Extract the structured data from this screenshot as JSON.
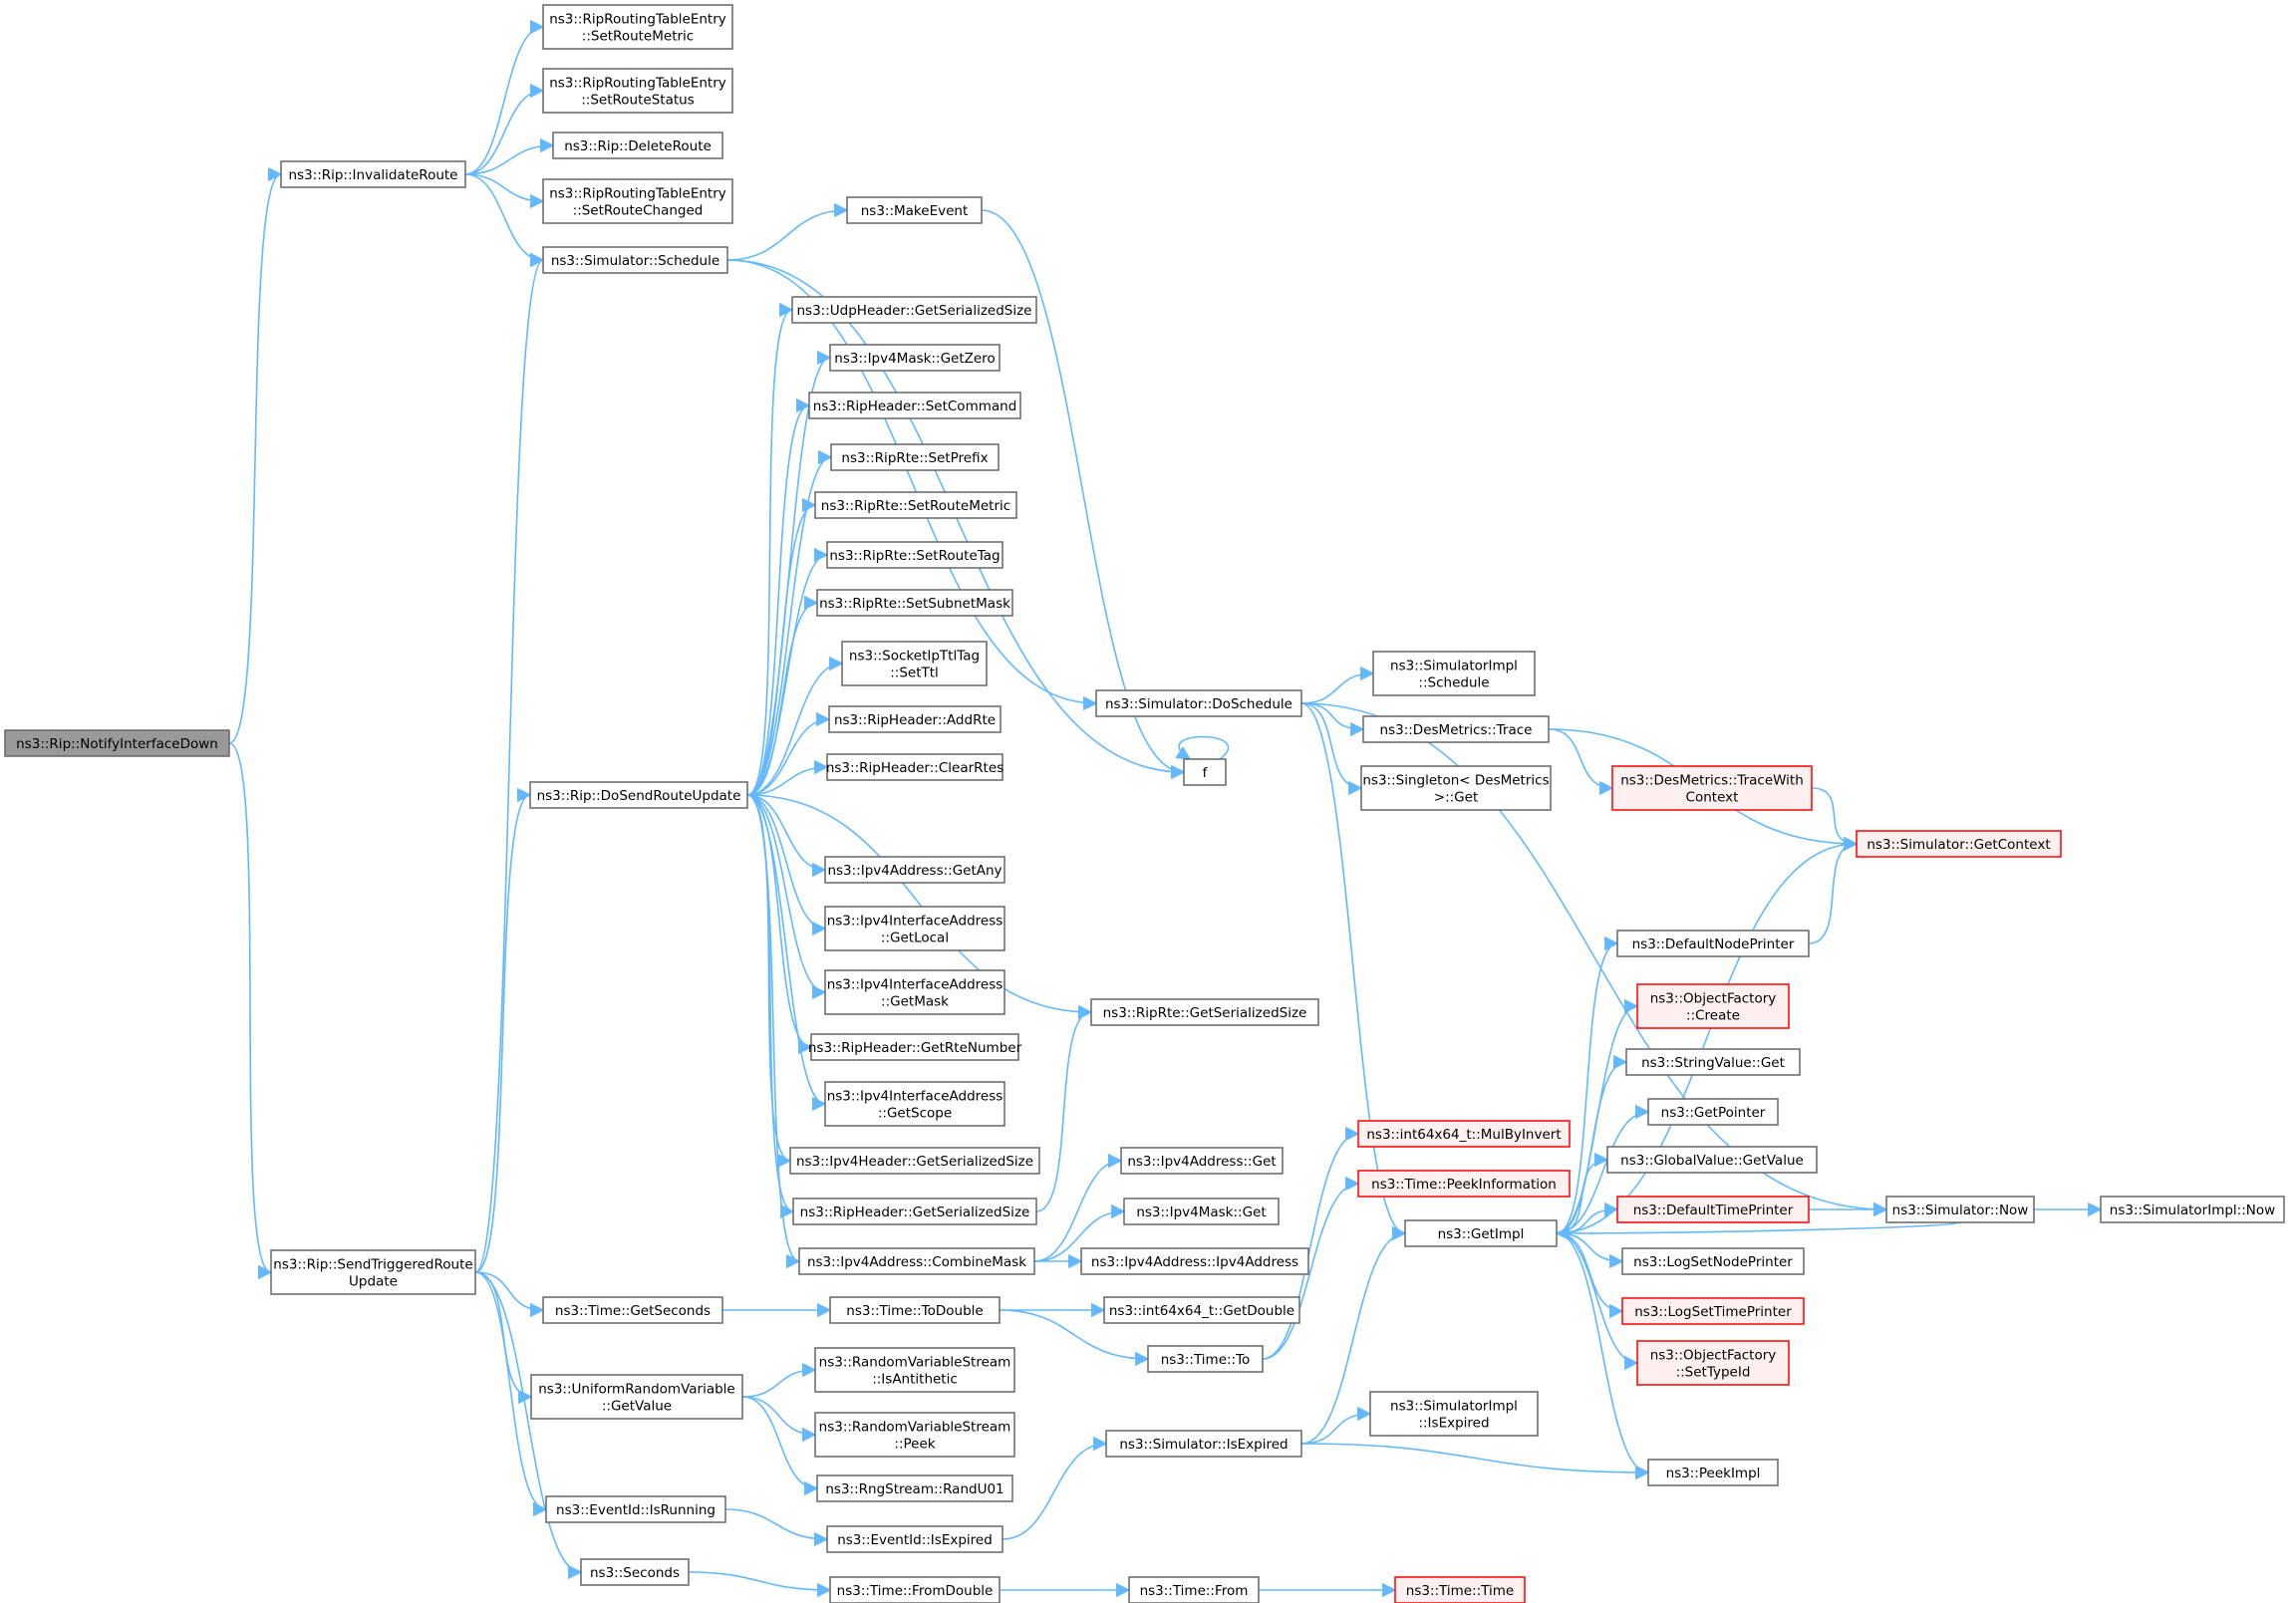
{
  "graph": {
    "edge_color": "#63b8ff",
    "node_border_color": "#666666",
    "root_fill_color": "#999999",
    "truncated_border_color": "#ff0000",
    "truncated_fill_color": "#fff0f0",
    "nodes": [
      {
        "id": "notify",
        "lines": [
          "ns3::Rip::NotifyInterfaceDown"
        ],
        "style": "root"
      },
      {
        "id": "invalidate",
        "lines": [
          "ns3::Rip::InvalidateRoute"
        ]
      },
      {
        "id": "setroutemetric_rte",
        "lines": [
          "ns3::RipRoutingTableEntry",
          "::SetRouteMetric"
        ]
      },
      {
        "id": "setroutestatus",
        "lines": [
          "ns3::RipRoutingTableEntry",
          "::SetRouteStatus"
        ]
      },
      {
        "id": "deleteroute",
        "lines": [
          "ns3::Rip::DeleteRoute"
        ]
      },
      {
        "id": "setroutechanged",
        "lines": [
          "ns3::RipRoutingTableEntry",
          "::SetRouteChanged"
        ]
      },
      {
        "id": "schedule",
        "lines": [
          "ns3::Simulator::Schedule"
        ]
      },
      {
        "id": "makeevent",
        "lines": [
          "ns3::MakeEvent"
        ]
      },
      {
        "id": "dosend",
        "lines": [
          "ns3::Rip::DoSendRouteUpdate"
        ]
      },
      {
        "id": "udp_getser",
        "lines": [
          "ns3::UdpHeader::GetSerializedSize"
        ]
      },
      {
        "id": "mask_getzero",
        "lines": [
          "ns3::Ipv4Mask::GetZero"
        ]
      },
      {
        "id": "setcommand",
        "lines": [
          "ns3::RipHeader::SetCommand"
        ]
      },
      {
        "id": "setprefix",
        "lines": [
          "ns3::RipRte::SetPrefix"
        ]
      },
      {
        "id": "rte_setroutemetric",
        "lines": [
          "ns3::RipRte::SetRouteMetric"
        ]
      },
      {
        "id": "setroutetag",
        "lines": [
          "ns3::RipRte::SetRouteTag"
        ]
      },
      {
        "id": "setsubnetmask",
        "lines": [
          "ns3::RipRte::SetSubnetMask"
        ]
      },
      {
        "id": "setttl",
        "lines": [
          "ns3::SocketIpTtlTag",
          "::SetTtl"
        ]
      },
      {
        "id": "addrte",
        "lines": [
          "ns3::RipHeader::AddRte"
        ]
      },
      {
        "id": "clearrtes",
        "lines": [
          "ns3::RipHeader::ClearRtes"
        ]
      },
      {
        "id": "getany",
        "lines": [
          "ns3::Ipv4Address::GetAny"
        ]
      },
      {
        "id": "getlocal",
        "lines": [
          "ns3::Ipv4InterfaceAddress",
          "::GetLocal"
        ]
      },
      {
        "id": "getmask",
        "lines": [
          "ns3::Ipv4InterfaceAddress",
          "::GetMask"
        ]
      },
      {
        "id": "getrtenumber",
        "lines": [
          "ns3::RipHeader::GetRteNumber"
        ]
      },
      {
        "id": "getscope",
        "lines": [
          "ns3::Ipv4InterfaceAddress",
          "::GetScope"
        ]
      },
      {
        "id": "ipv4hdr_getser",
        "lines": [
          "ns3::Ipv4Header::GetSerializedSize"
        ]
      },
      {
        "id": "riphdr_getser",
        "lines": [
          "ns3::RipHeader::GetSerializedSize"
        ]
      },
      {
        "id": "combinemask",
        "lines": [
          "ns3::Ipv4Address::CombineMask"
        ]
      },
      {
        "id": "riprte_getser",
        "lines": [
          "ns3::RipRte::GetSerializedSize"
        ]
      },
      {
        "id": "ipv4addr_get",
        "lines": [
          "ns3::Ipv4Address::Get"
        ]
      },
      {
        "id": "ipv4mask_get",
        "lines": [
          "ns3::Ipv4Mask::Get"
        ]
      },
      {
        "id": "ipv4addr_ctor",
        "lines": [
          "ns3::Ipv4Address::Ipv4Address"
        ]
      },
      {
        "id": "sendtriggered",
        "lines": [
          "ns3::Rip::SendTriggeredRoute",
          "Update"
        ]
      },
      {
        "id": "getseconds",
        "lines": [
          "ns3::Time::GetSeconds"
        ]
      },
      {
        "id": "todouble",
        "lines": [
          "ns3::Time::ToDouble"
        ]
      },
      {
        "id": "int64getdouble",
        "lines": [
          "ns3::int64x64_t::GetDouble"
        ]
      },
      {
        "id": "timeto",
        "lines": [
          "ns3::Time::To"
        ]
      },
      {
        "id": "urv_getvalue",
        "lines": [
          "ns3::UniformRandomVariable",
          "::GetValue"
        ]
      },
      {
        "id": "isantithetic",
        "lines": [
          "ns3::RandomVariableStream",
          "::IsAntithetic"
        ]
      },
      {
        "id": "peek",
        "lines": [
          "ns3::RandomVariableStream",
          "::Peek"
        ]
      },
      {
        "id": "randu01",
        "lines": [
          "ns3::RngStream::RandU01"
        ]
      },
      {
        "id": "isrunning",
        "lines": [
          "ns3::EventId::IsRunning"
        ]
      },
      {
        "id": "eventid_isexpired",
        "lines": [
          "ns3::EventId::IsExpired"
        ]
      },
      {
        "id": "sim_isexpired",
        "lines": [
          "ns3::Simulator::IsExpired"
        ]
      },
      {
        "id": "simimpl_isexpired",
        "lines": [
          "ns3::SimulatorImpl",
          "::IsExpired"
        ]
      },
      {
        "id": "seconds",
        "lines": [
          "ns3::Seconds"
        ]
      },
      {
        "id": "fromdouble",
        "lines": [
          "ns3::Time::FromDouble"
        ]
      },
      {
        "id": "timefrom",
        "lines": [
          "ns3::Time::From"
        ]
      },
      {
        "id": "timetime",
        "lines": [
          "ns3::Time::Time"
        ],
        "style": "red"
      },
      {
        "id": "doschedule",
        "lines": [
          "ns3::Simulator::DoSchedule"
        ]
      },
      {
        "id": "f",
        "lines": [
          "f"
        ]
      },
      {
        "id": "simimpl_schedule",
        "lines": [
          "ns3::SimulatorImpl",
          "::Schedule"
        ]
      },
      {
        "id": "desmetrics_trace",
        "lines": [
          "ns3::DesMetrics::Trace"
        ]
      },
      {
        "id": "singleton_get",
        "lines": [
          "ns3::Singleton< DesMetrics",
          ">::Get"
        ]
      },
      {
        "id": "tracewithcontext",
        "lines": [
          "ns3::DesMetrics::TraceWith",
          "Context"
        ],
        "style": "red"
      },
      {
        "id": "getcontext",
        "lines": [
          "ns3::Simulator::GetContext"
        ],
        "style": "red"
      },
      {
        "id": "defaultnodeprinter",
        "lines": [
          "ns3::DefaultNodePrinter"
        ]
      },
      {
        "id": "objfactory_create",
        "lines": [
          "ns3::ObjectFactory",
          "::Create"
        ],
        "style": "red"
      },
      {
        "id": "stringvalue_get",
        "lines": [
          "ns3::StringValue::Get"
        ]
      },
      {
        "id": "getpointer",
        "lines": [
          "ns3::GetPointer"
        ]
      },
      {
        "id": "globalvalue_getvalue",
        "lines": [
          "ns3::GlobalValue::GetValue"
        ]
      },
      {
        "id": "defaulttimeprinter",
        "lines": [
          "ns3::DefaultTimePrinter"
        ],
        "style": "red"
      },
      {
        "id": "logsetnodeprinter",
        "lines": [
          "ns3::LogSetNodePrinter"
        ]
      },
      {
        "id": "logsettimeprinter",
        "lines": [
          "ns3::LogSetTimePrinter"
        ],
        "style": "red"
      },
      {
        "id": "settypeid",
        "lines": [
          "ns3::ObjectFactory",
          "::SetTypeId"
        ],
        "style": "red"
      },
      {
        "id": "peekimpl",
        "lines": [
          "ns3::PeekImpl"
        ]
      },
      {
        "id": "getimpl",
        "lines": [
          "ns3::GetImpl"
        ]
      },
      {
        "id": "mulbyinvert",
        "lines": [
          "ns3::int64x64_t::MulByInvert"
        ],
        "style": "red"
      },
      {
        "id": "peekinformation",
        "lines": [
          "ns3::Time::PeekInformation"
        ],
        "style": "red"
      },
      {
        "id": "simnow",
        "lines": [
          "ns3::Simulator::Now"
        ]
      },
      {
        "id": "simimplnow",
        "lines": [
          "ns3::SimulatorImpl::Now"
        ]
      }
    ],
    "edges": [
      [
        "notify",
        "invalidate"
      ],
      [
        "notify",
        "sendtriggered"
      ],
      [
        "invalidate",
        "setroutemetric_rte"
      ],
      [
        "invalidate",
        "setroutestatus"
      ],
      [
        "invalidate",
        "deleteroute"
      ],
      [
        "invalidate",
        "setroutechanged"
      ],
      [
        "invalidate",
        "schedule"
      ],
      [
        "schedule",
        "makeevent"
      ],
      [
        "schedule",
        "doschedule"
      ],
      [
        "schedule",
        "f"
      ],
      [
        "makeevent",
        "f"
      ],
      [
        "f",
        "f"
      ],
      [
        "dosend",
        "udp_getser"
      ],
      [
        "dosend",
        "mask_getzero"
      ],
      [
        "dosend",
        "setcommand"
      ],
      [
        "dosend",
        "setprefix"
      ],
      [
        "dosend",
        "rte_setroutemetric"
      ],
      [
        "dosend",
        "setroutetag"
      ],
      [
        "dosend",
        "setsubnetmask"
      ],
      [
        "dosend",
        "setttl"
      ],
      [
        "dosend",
        "addrte"
      ],
      [
        "dosend",
        "clearrtes"
      ],
      [
        "dosend",
        "riprte_getser"
      ],
      [
        "dosend",
        "getany"
      ],
      [
        "dosend",
        "getlocal"
      ],
      [
        "dosend",
        "getmask"
      ],
      [
        "dosend",
        "getrtenumber"
      ],
      [
        "dosend",
        "getscope"
      ],
      [
        "dosend",
        "ipv4hdr_getser"
      ],
      [
        "dosend",
        "riphdr_getser"
      ],
      [
        "dosend",
        "combinemask"
      ],
      [
        "riphdr_getser",
        "riprte_getser"
      ],
      [
        "combinemask",
        "ipv4addr_get"
      ],
      [
        "combinemask",
        "ipv4mask_get"
      ],
      [
        "combinemask",
        "ipv4addr_ctor"
      ],
      [
        "sendtriggered",
        "schedule"
      ],
      [
        "sendtriggered",
        "dosend"
      ],
      [
        "sendtriggered",
        "getseconds"
      ],
      [
        "sendtriggered",
        "urv_getvalue"
      ],
      [
        "sendtriggered",
        "isrunning"
      ],
      [
        "sendtriggered",
        "seconds"
      ],
      [
        "getseconds",
        "todouble"
      ],
      [
        "todouble",
        "int64getdouble"
      ],
      [
        "todouble",
        "timeto"
      ],
      [
        "timeto",
        "mulbyinvert"
      ],
      [
        "timeto",
        "peekinformation"
      ],
      [
        "urv_getvalue",
        "isantithetic"
      ],
      [
        "urv_getvalue",
        "peek"
      ],
      [
        "urv_getvalue",
        "randu01"
      ],
      [
        "isrunning",
        "eventid_isexpired"
      ],
      [
        "eventid_isexpired",
        "sim_isexpired"
      ],
      [
        "sim_isexpired",
        "getimpl"
      ],
      [
        "sim_isexpired",
        "simimpl_isexpired"
      ],
      [
        "sim_isexpired",
        "peekimpl"
      ],
      [
        "seconds",
        "fromdouble"
      ],
      [
        "fromdouble",
        "timefrom"
      ],
      [
        "timefrom",
        "timetime"
      ],
      [
        "doschedule",
        "simimpl_schedule"
      ],
      [
        "doschedule",
        "desmetrics_trace"
      ],
      [
        "doschedule",
        "singleton_get"
      ],
      [
        "doschedule",
        "getimpl"
      ],
      [
        "doschedule",
        "simnow"
      ],
      [
        "desmetrics_trace",
        "tracewithcontext"
      ],
      [
        "desmetrics_trace",
        "getcontext"
      ],
      [
        "tracewithcontext",
        "getcontext"
      ],
      [
        "getimpl",
        "getcontext"
      ],
      [
        "getimpl",
        "defaultnodeprinter"
      ],
      [
        "getimpl",
        "objfactory_create"
      ],
      [
        "getimpl",
        "stringvalue_get"
      ],
      [
        "getimpl",
        "getpointer"
      ],
      [
        "getimpl",
        "globalvalue_getvalue"
      ],
      [
        "getimpl",
        "defaulttimeprinter"
      ],
      [
        "getimpl",
        "logsetnodeprinter"
      ],
      [
        "getimpl",
        "logsettimeprinter"
      ],
      [
        "getimpl",
        "settypeid"
      ],
      [
        "getimpl",
        "peekimpl"
      ],
      [
        "defaultnodeprinter",
        "getcontext"
      ],
      [
        "defaulttimeprinter",
        "simnow"
      ],
      [
        "simnow",
        "simimplnow"
      ],
      [
        "simnow",
        "getimpl"
      ]
    ]
  }
}
